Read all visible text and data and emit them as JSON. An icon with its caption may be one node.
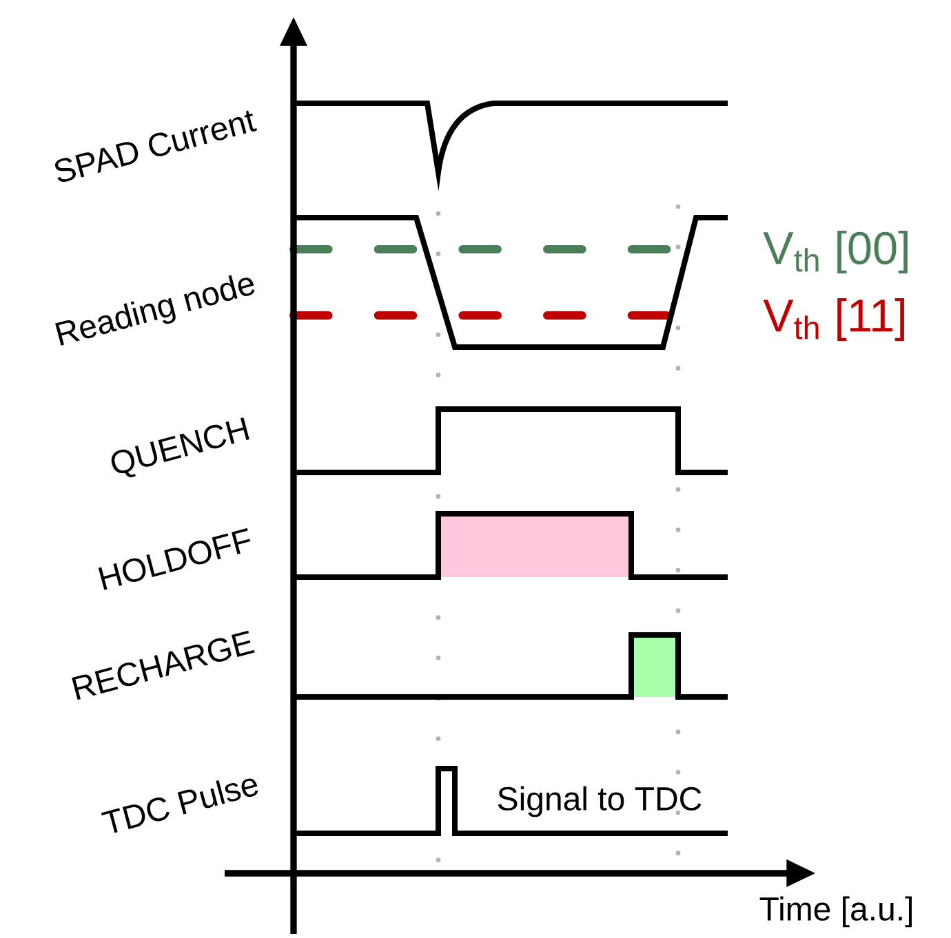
{
  "diagram": {
    "labels": [
      "SPAD Current",
      "Reading node",
      "V$_{th}$ [00]",
      "V$_{th}$ [11]",
      "QUENCH",
      "HOLDOFF",
      "RECHARGE",
      "TDC Pulse",
      "Signal to TDC",
      "Time [a.u.]"
    ]
  }
}
